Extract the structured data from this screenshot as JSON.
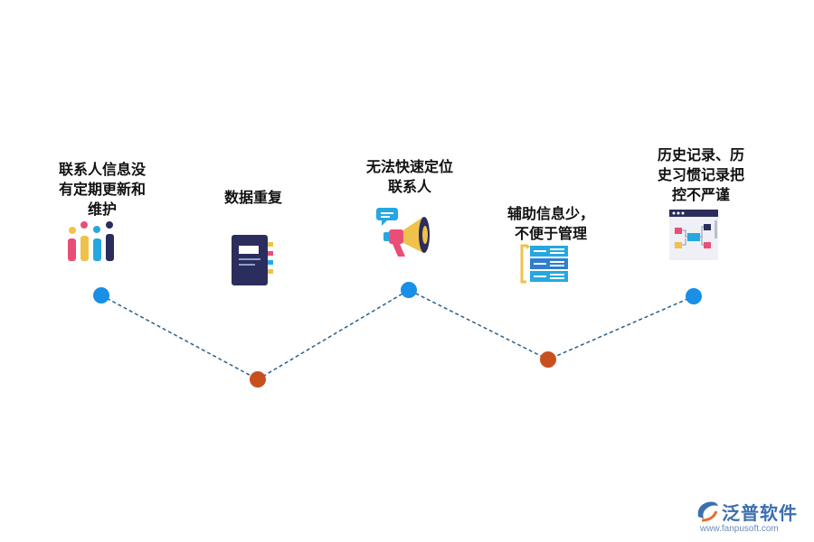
{
  "items": [
    {
      "text": "联系人信息没\n有定期更新和\n维护",
      "icon": "bar-chart-icon",
      "node_color": "#1a8fe6"
    },
    {
      "text": "数据重复",
      "icon": "notebook-icon",
      "node_color": "#c8501e"
    },
    {
      "text": "无法快速定位\n联系人",
      "icon": "megaphone-icon",
      "node_color": "#1a8fe6"
    },
    {
      "text": "辅助信息少，\n不便于管理",
      "icon": "server-list-icon",
      "node_color": "#c8501e"
    },
    {
      "text": "历史记录、历\n史习惯记录把\n控不严谨",
      "icon": "flowchart-icon",
      "node_color": "#1a8fe6"
    }
  ],
  "brand": {
    "name": "泛普软件",
    "url": "www.fanpusoft.com"
  },
  "colors": {
    "line": "#2a5f8a",
    "blue": "#1a8fe6",
    "orange": "#c8501e"
  }
}
